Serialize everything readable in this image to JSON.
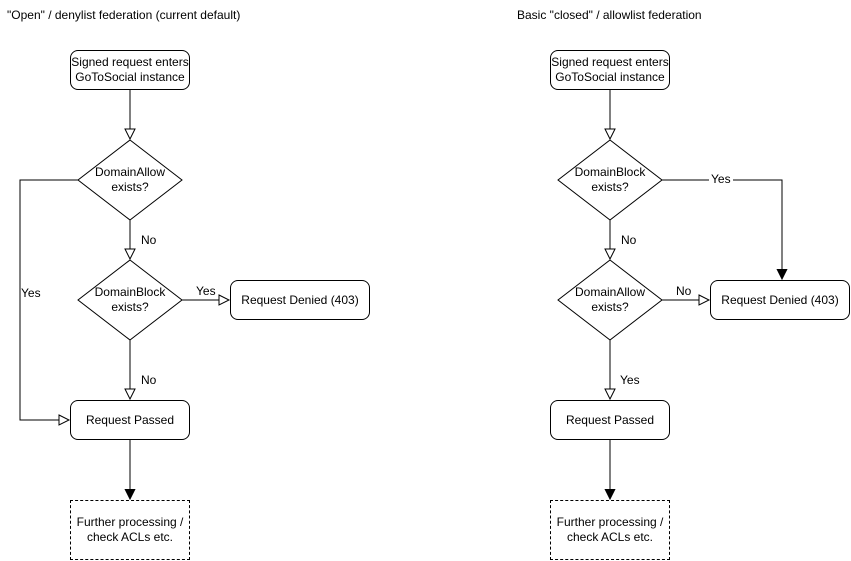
{
  "colors": {
    "stroke": "#000000",
    "fill": "#ffffff",
    "text": "#000000"
  },
  "charts": [
    {
      "title": "\"Open\" / denylist federation (current default)",
      "nodes": {
        "entry": "Signed request enters\nGoToSocial instance",
        "decision1": "DomainAllow\nexists?",
        "decision2": "DomainBlock\nexists?",
        "denied": "Request Denied (403)",
        "passed": "Request Passed",
        "further": "Further processing /\ncheck ACLs etc."
      },
      "edge_labels": {
        "d1_yes": "Yes",
        "d1_no": "No",
        "d2_yes": "Yes",
        "d2_no": "No"
      }
    },
    {
      "title": "Basic \"closed\" / allowlist federation",
      "nodes": {
        "entry": "Signed request enters\nGoToSocial instance",
        "decision1": "DomainBlock\nexists?",
        "decision2": "DomainAllow\nexists?",
        "denied": "Request Denied (403)",
        "passed": "Request Passed",
        "further": "Further processing /\ncheck ACLs etc."
      },
      "edge_labels": {
        "d1_yes": "Yes",
        "d1_no": "No",
        "d2_no": "No",
        "d2_yes": "Yes"
      }
    }
  ]
}
